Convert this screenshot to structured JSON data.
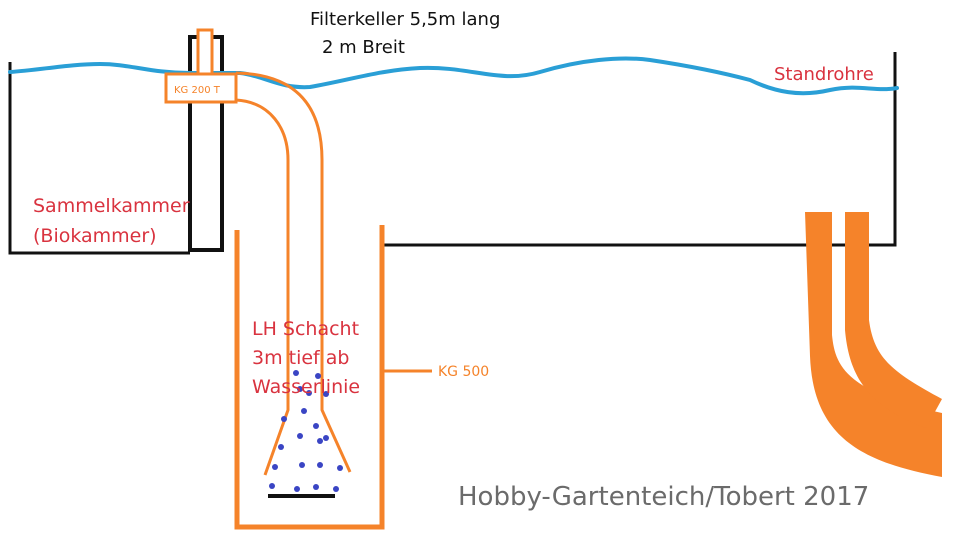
{
  "labels": {
    "title_line1": "Filterkeller 5,5m lang",
    "title_line2": "2 m Breit",
    "standrohre": "Standrohre",
    "sammelkammer_line1": "Sammelkammer",
    "sammelkammer_line2": "(Biokammer)",
    "kg200": "KG 200 T",
    "lh_line1": "LH Schacht",
    "lh_line2": "3m tief ab",
    "lh_line3": "Wasserlinie",
    "kg500": "KG 500",
    "watermark": "Hobby-Gartenteich/Tobert 2017"
  },
  "colors": {
    "water": "#2a9fd6",
    "pipe": "#f5832a",
    "structure": "#111111",
    "label_red": "#d9333f",
    "label_orange": "#f5832a",
    "bubbles": "#3a45c4",
    "watermark": "#6b6b6b"
  }
}
